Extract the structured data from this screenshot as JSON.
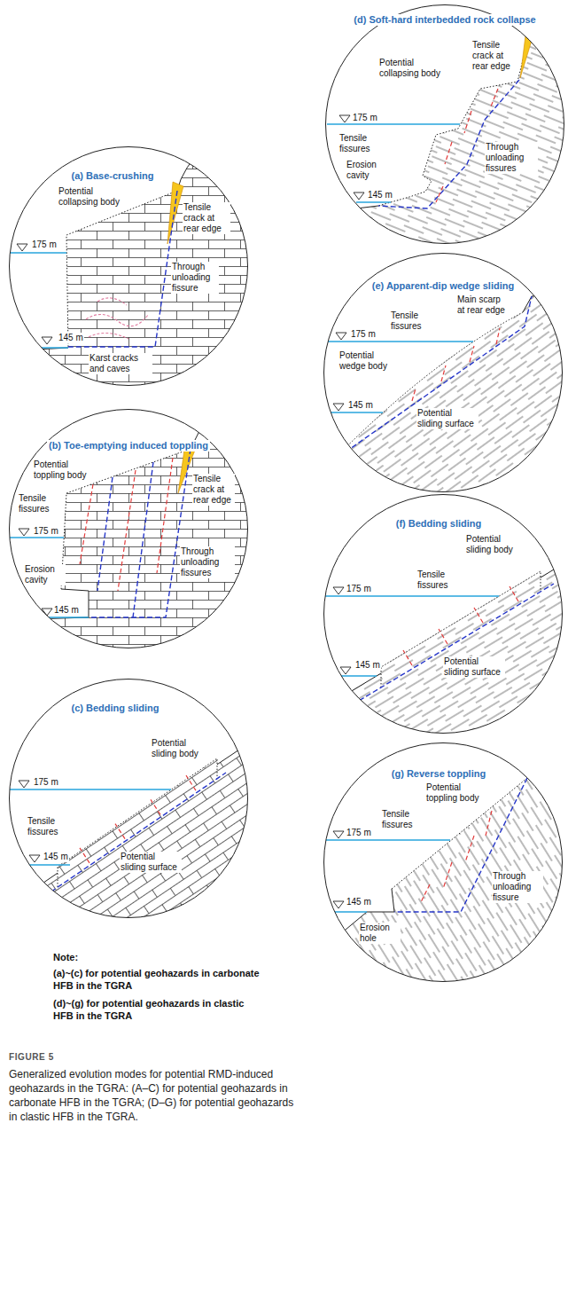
{
  "diagram": {
    "caption": "Generalized evolution modes for potential RMD-induced geohazards in the TGRA: (A–C) for potential geohazards in carbonate HFB in the TGRA; (D–G) for potential geohazards in clastic HFB in the TGRA.",
    "nodes": [
      {
        "text": [
          "(a) Base-crushing",
          "Tensile crack at rear edge",
          "Potential collapsing body",
          "Through unloading fissure",
          "175 m",
          "145 m",
          "Karst cracks and caves"
        ]
      },
      {
        "text": [
          "(b) Toe-emptying induced toppling",
          "Tensile crack at rear edge",
          "Potential toppling body",
          "Tensile fissures",
          "Through unloading fissures",
          "Erosion cavity",
          "175 m",
          "145 m"
        ]
      },
      {
        "text": [
          "(c) Bedding sliding",
          "Potential sliding body",
          "Tensile fissures",
          "Potential sliding surface",
          "175 m",
          "145 m"
        ]
      },
      {
        "text": [
          "(d) Soft-hard interbedded rock collapse",
          "Tensile crack at rear edge",
          "Potential collapsing body",
          "Tensile fissures",
          "Erosion cavity",
          "Through unloading fissures",
          "175 m",
          "145 m"
        ]
      },
      {
        "text": [
          "(e) Apparent-dip wedge sliding",
          "Main scarp at rear edge",
          "Tensile fissures",
          "Potential wedge body",
          "Potential sliding surface",
          "175 m",
          "145 m"
        ]
      },
      {
        "text": [
          "(f) Bedding sliding",
          "Potential sliding body",
          "Tensile fissures",
          "Potential sliding surface",
          "175 m",
          "145 m"
        ]
      },
      {
        "text": [
          "(g) Reverse toppling",
          "Potential toppling body",
          "Tensile fissures",
          "Erosion hole",
          "Through unloading fissure",
          "175 m",
          "145 m"
        ]
      }
    ],
    "labels": [
      "Note:",
      "(a)~(c) for potential geohazards in carbonate HFB in the TGRA",
      "(d)~(g) for potential geohazards in clastic HFB in the TGRA",
      "FIGURE 5"
    ]
  }
}
